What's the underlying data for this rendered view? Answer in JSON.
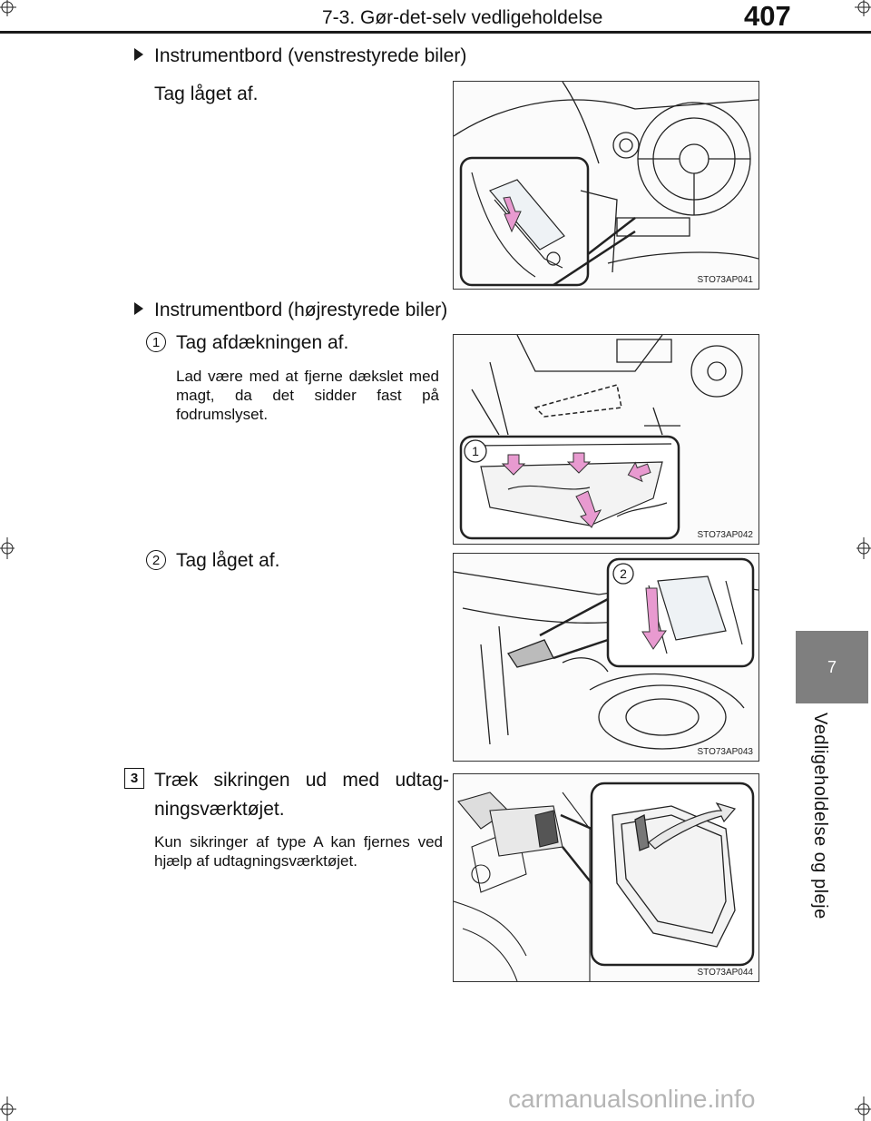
{
  "header": {
    "section_title": "7-3. Gør-det-selv vedligeholdelse",
    "page_number": "407"
  },
  "side_tab": {
    "chapter": "7",
    "label": "Vedligeholdelse og pleje"
  },
  "sections": [
    {
      "heading": "Instrumentbord (venstrestyrede biler)",
      "text": "Tag låget af.",
      "figure_code": "STO73AP041"
    },
    {
      "heading": "Instrumentbord (højrestyrede biler)",
      "steps": [
        {
          "num": "1",
          "text": "Tag afdækningen af.",
          "note": "Lad være med at fjerne dækslet med magt, da det sidder fast på fodrumslyset.",
          "figure_code": "STO73AP042",
          "callout": "1"
        },
        {
          "num": "2",
          "text": "Tag låget af.",
          "figure_code": "STO73AP043",
          "callout": "2"
        }
      ]
    }
  ],
  "step3": {
    "num": "3",
    "text_line1": "Træk sikringen ud med udtag-",
    "text_line2": "ningsværktøjet.",
    "note": "Kun sikringer af type A kan fjernes ved hjælp af udtagningsværktøjet.",
    "figure_code": "STO73AP044"
  },
  "watermark": "carmanualsonline.info",
  "colors": {
    "arrow_pink": "#e89ad0",
    "side_tab_gray": "#7f7f7f"
  }
}
